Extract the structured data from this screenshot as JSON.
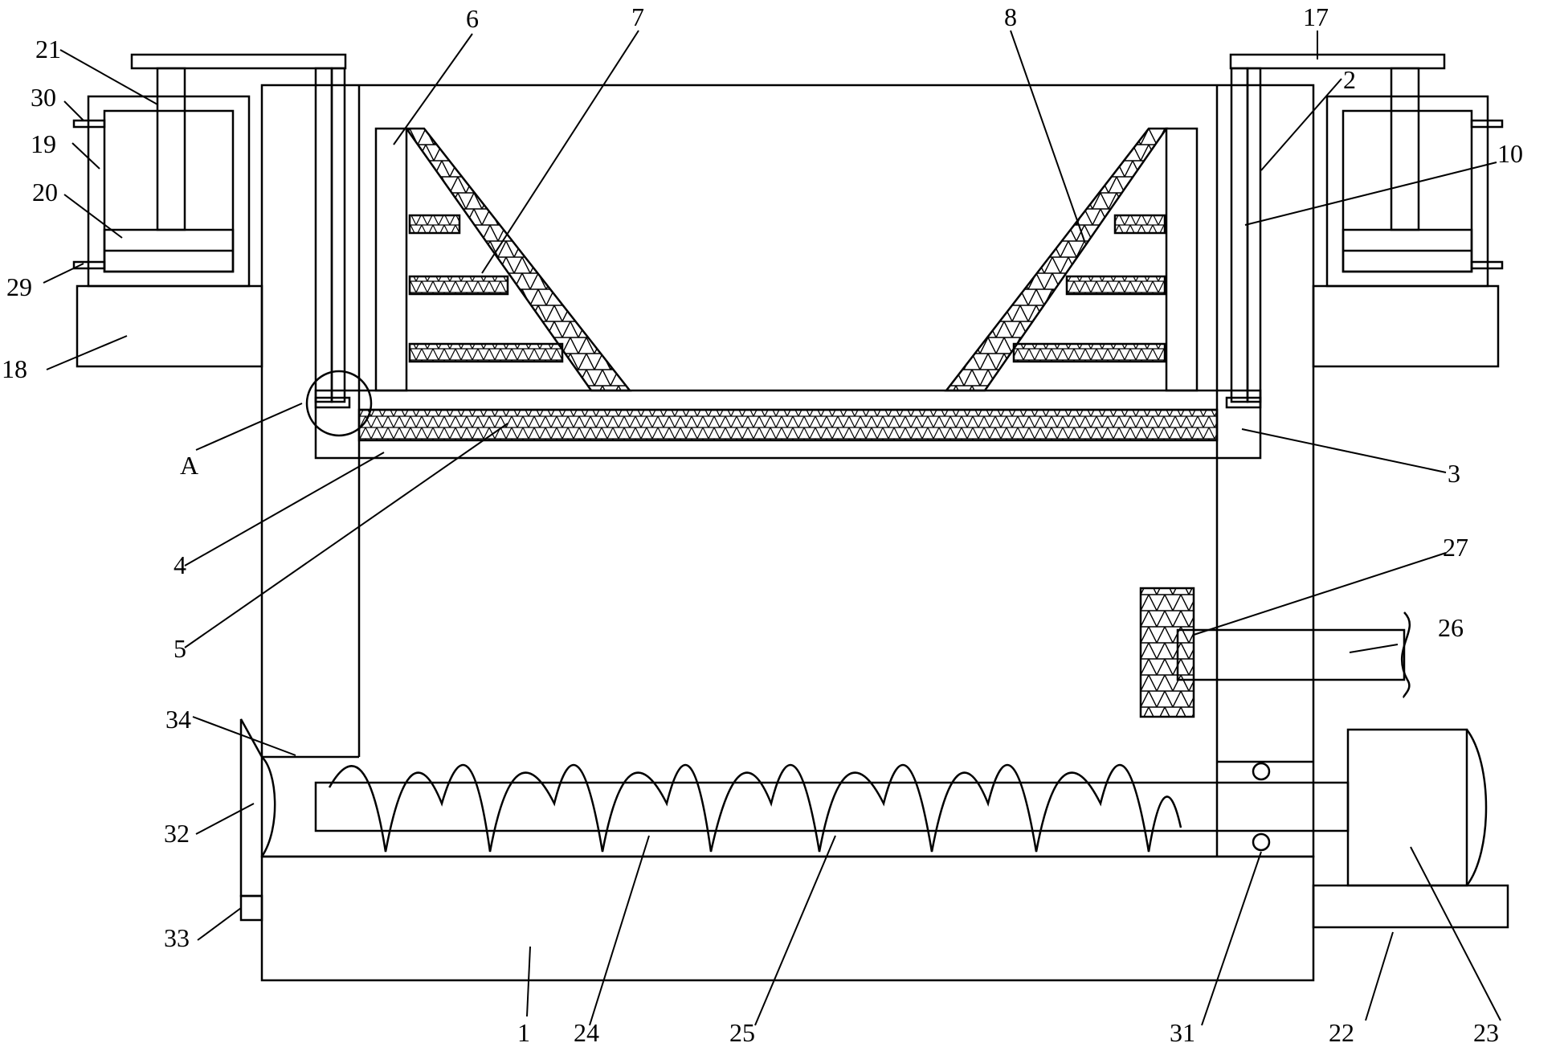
{
  "diagram": {
    "kind": "patent mechanical drawing",
    "colors": {
      "line": "#000000",
      "background": "#ffffff"
    },
    "callouts": [
      {
        "id": "1",
        "label": "1"
      },
      {
        "id": "2",
        "label": "2"
      },
      {
        "id": "3",
        "label": "3"
      },
      {
        "id": "4",
        "label": "4"
      },
      {
        "id": "5",
        "label": "5"
      },
      {
        "id": "6",
        "label": "6"
      },
      {
        "id": "7",
        "label": "7"
      },
      {
        "id": "8",
        "label": "8"
      },
      {
        "id": "10",
        "label": "10"
      },
      {
        "id": "17",
        "label": "17"
      },
      {
        "id": "18",
        "label": "18"
      },
      {
        "id": "19",
        "label": "19"
      },
      {
        "id": "20",
        "label": "20"
      },
      {
        "id": "21",
        "label": "21"
      },
      {
        "id": "22",
        "label": "22"
      },
      {
        "id": "23",
        "label": "23"
      },
      {
        "id": "24",
        "label": "24"
      },
      {
        "id": "25",
        "label": "25"
      },
      {
        "id": "26",
        "label": "26"
      },
      {
        "id": "27",
        "label": "27"
      },
      {
        "id": "29",
        "label": "29"
      },
      {
        "id": "30",
        "label": "30"
      },
      {
        "id": "31",
        "label": "31"
      },
      {
        "id": "32",
        "label": "32"
      },
      {
        "id": "33",
        "label": "33"
      },
      {
        "id": "34",
        "label": "34"
      },
      {
        "id": "A",
        "label": "A"
      }
    ]
  }
}
